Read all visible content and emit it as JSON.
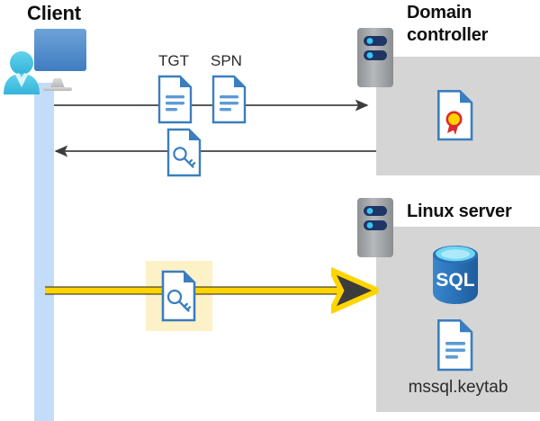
{
  "diagram": {
    "title_client": "Client",
    "title_domain_controller": "Domain controller",
    "title_linux_server": "Linux server",
    "label_tgt": "TGT",
    "label_spn": "SPN",
    "label_keytab_file": "mssql.keytab",
    "label_sql": "SQL",
    "icons": {
      "client": "user-monitor-icon",
      "server_rack": "server-rack-icon",
      "certificate": "certificate-document-icon",
      "document_tgt": "text-document-icon",
      "document_spn": "text-document-icon",
      "ticket_key": "key-document-icon",
      "keytab_key": "key-document-icon",
      "database": "sql-database-icon",
      "keytab_document": "text-document-icon"
    },
    "colors": {
      "lifeline": "#c3dcfa",
      "panel": "#d5d5d5",
      "highlight": "#fdf1c8",
      "arrow_gray": "#5a5a5a",
      "arrow_yellow": "#ffd400",
      "doc_blue": "#3a7ebf",
      "doc_fill": "#ffffff",
      "cert_gold": "#ffd400",
      "cert_red": "#d92b2b",
      "sql_blue": "#2f79c0",
      "person_cyan": "#45c6e8",
      "monitor_blue": "#4a86c8",
      "title_text": "#101010"
    },
    "flows": [
      {
        "name": "request-tgt-spn",
        "direction": "client-to-domain-controller",
        "style": "gray-arrow"
      },
      {
        "name": "receive-service-ticket",
        "direction": "domain-controller-to-client",
        "style": "gray-arrow"
      },
      {
        "name": "authenticate-with-keytab",
        "direction": "client-to-linux-server",
        "style": "yellow-arrow-highlighted"
      }
    ]
  }
}
